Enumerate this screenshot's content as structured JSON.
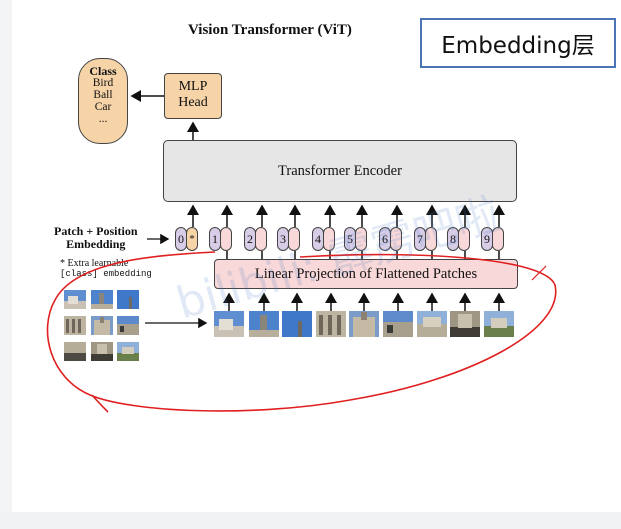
{
  "diagram": {
    "title": "Vision Transformer (ViT)",
    "overlay_label": "Embedding层",
    "class_box": {
      "header": "Class",
      "items": [
        "Bird",
        "Ball",
        "Car",
        "..."
      ]
    },
    "mlp_head": {
      "line1": "MLP",
      "line2": "Head"
    },
    "encoder_label": "Transformer Encoder",
    "patch_position_label": {
      "line1": "Patch + Position",
      "line2": "Embedding"
    },
    "extra_note": {
      "line1": "* Extra learnable",
      "line2": "[class] embedding"
    },
    "linear_projection_label": "Linear Projection of Flattened Patches",
    "tokens": [
      {
        "pos": "0",
        "emb": "*"
      },
      {
        "pos": "1",
        "emb": ""
      },
      {
        "pos": "2",
        "emb": ""
      },
      {
        "pos": "3",
        "emb": ""
      },
      {
        "pos": "4",
        "emb": ""
      },
      {
        "pos": "5",
        "emb": ""
      },
      {
        "pos": "6",
        "emb": ""
      },
      {
        "pos": "7",
        "emb": ""
      },
      {
        "pos": "8",
        "emb": ""
      },
      {
        "pos": "9",
        "emb": ""
      }
    ],
    "watermark": "bilibili: 霹雳吧啦"
  },
  "colors": {
    "class_fill": "#f6d4a8",
    "encoder_fill": "#e6e6e6",
    "position_fill": "#d7cde6",
    "embedding_fill": "#f8d8d8",
    "annotation_red": "#e02020",
    "overlay_border": "#4a74b6"
  }
}
